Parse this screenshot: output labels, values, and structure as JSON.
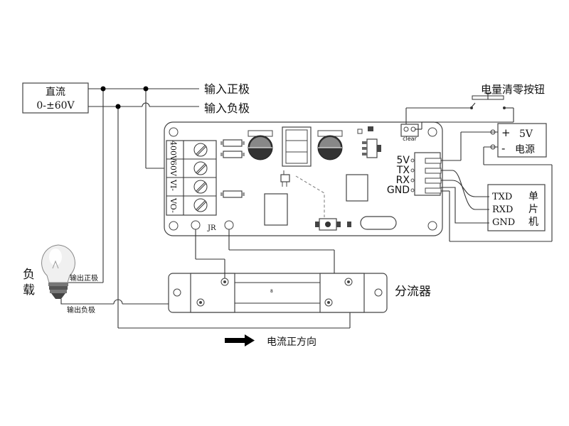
{
  "source": {
    "line1": "直流",
    "line2": "0-±60V"
  },
  "input_positive": "输入正极",
  "input_negative": "输入负极",
  "clear_button": "电量清零按钮",
  "clear_label": "clear",
  "power": {
    "plus": "+",
    "minus": "-",
    "v5": "5V",
    "source": "电源"
  },
  "terminal_labels": [
    "400V",
    "60V",
    "VI-",
    "VO-"
  ],
  "board_marking": "JR",
  "pins": [
    "5V",
    "TX",
    "RX",
    "GND"
  ],
  "mcu": {
    "name_chars": [
      "单",
      "片",
      "机"
    ],
    "pins": [
      "TXD",
      "RXD",
      "GND"
    ]
  },
  "load": {
    "chars": [
      "负",
      "载"
    ],
    "out_pos": "输出正极",
    "out_neg": "输出负极"
  },
  "shunt": "分流器",
  "shunt_mark": "8",
  "current_direction": "电流正方向"
}
